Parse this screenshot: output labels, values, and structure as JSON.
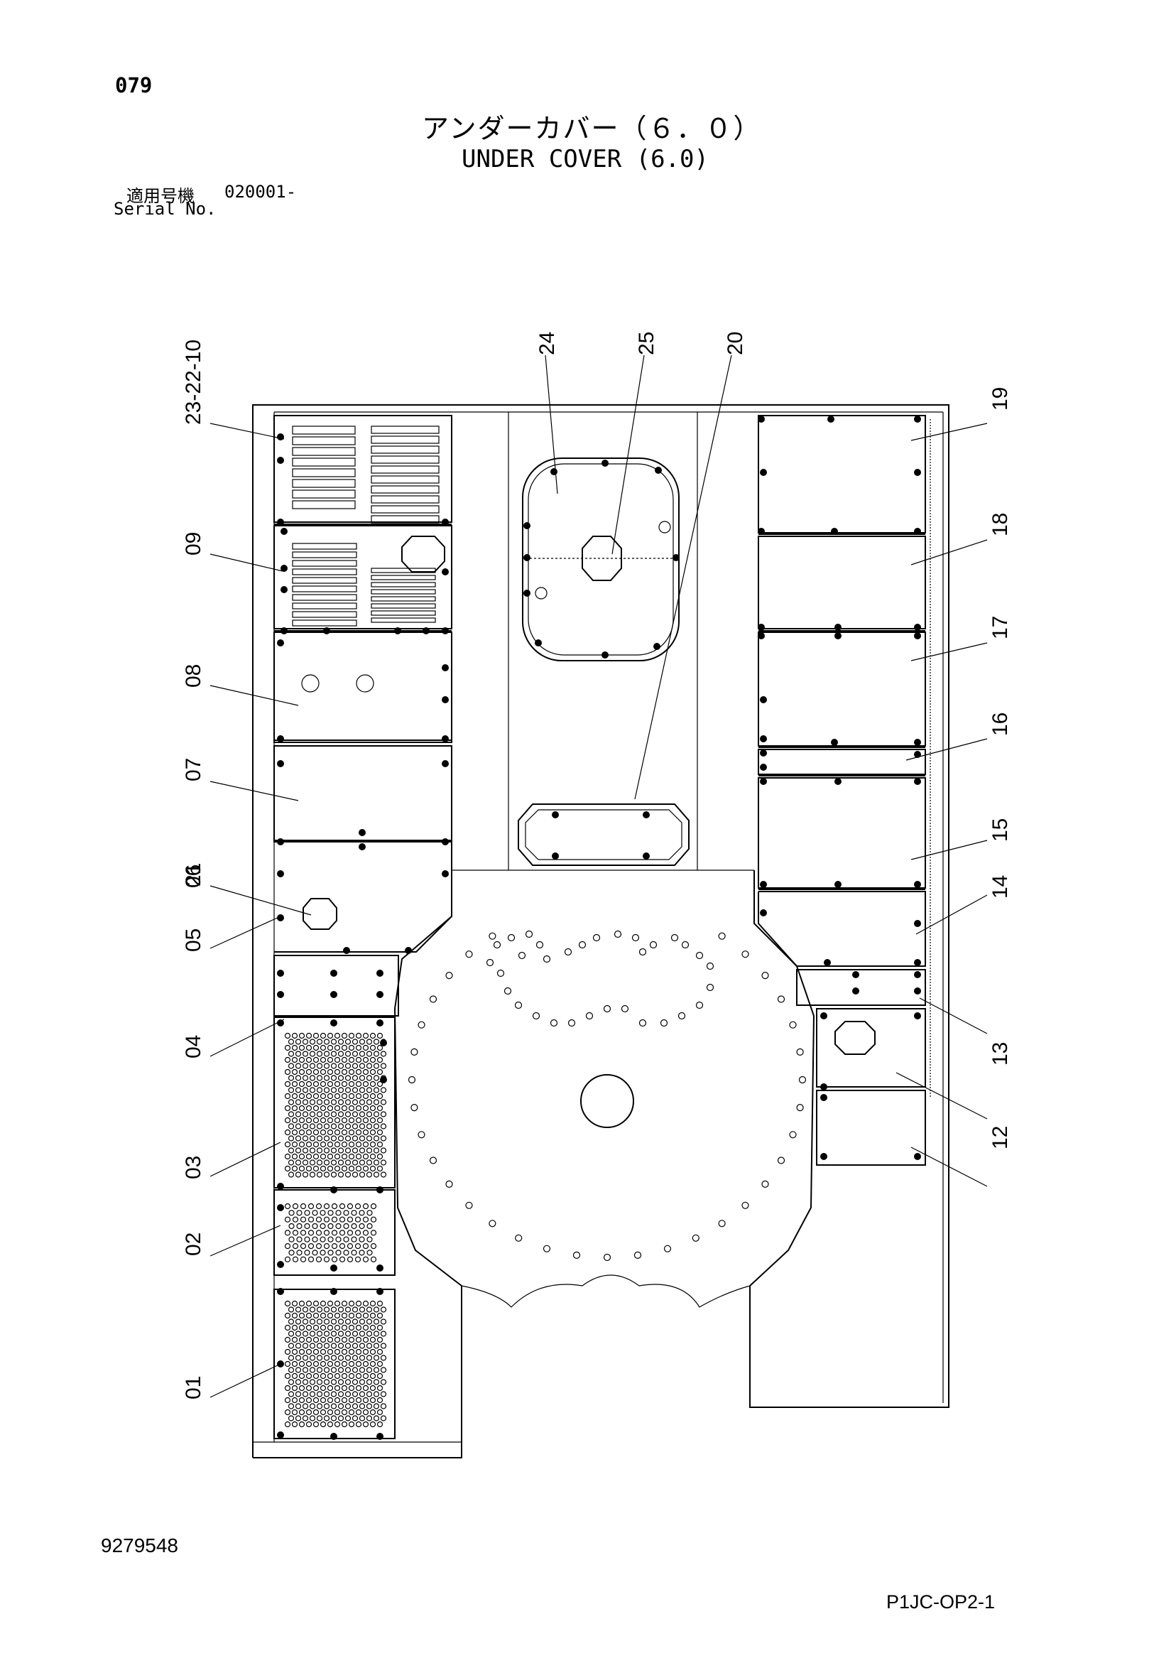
{
  "header": {
    "page_number": "079",
    "title_jp": "アンダーカバー（６．０）",
    "title_en": "UNDER COVER (6.0)",
    "serial_label_jp": "適用号機",
    "serial_value": "020001-",
    "serial_label_en": "Serial No."
  },
  "callouts": [
    "01",
    "02",
    "03",
    "04",
    "05",
    "06",
    "07",
    "08",
    "09",
    "23-22-10",
    "24",
    "25",
    "20",
    "19",
    "18",
    "17",
    "16",
    "15",
    "14",
    "13",
    "12",
    "21"
  ],
  "footer": {
    "drawing_number": "9279548",
    "page_code": "P1JC-OP2-1"
  }
}
